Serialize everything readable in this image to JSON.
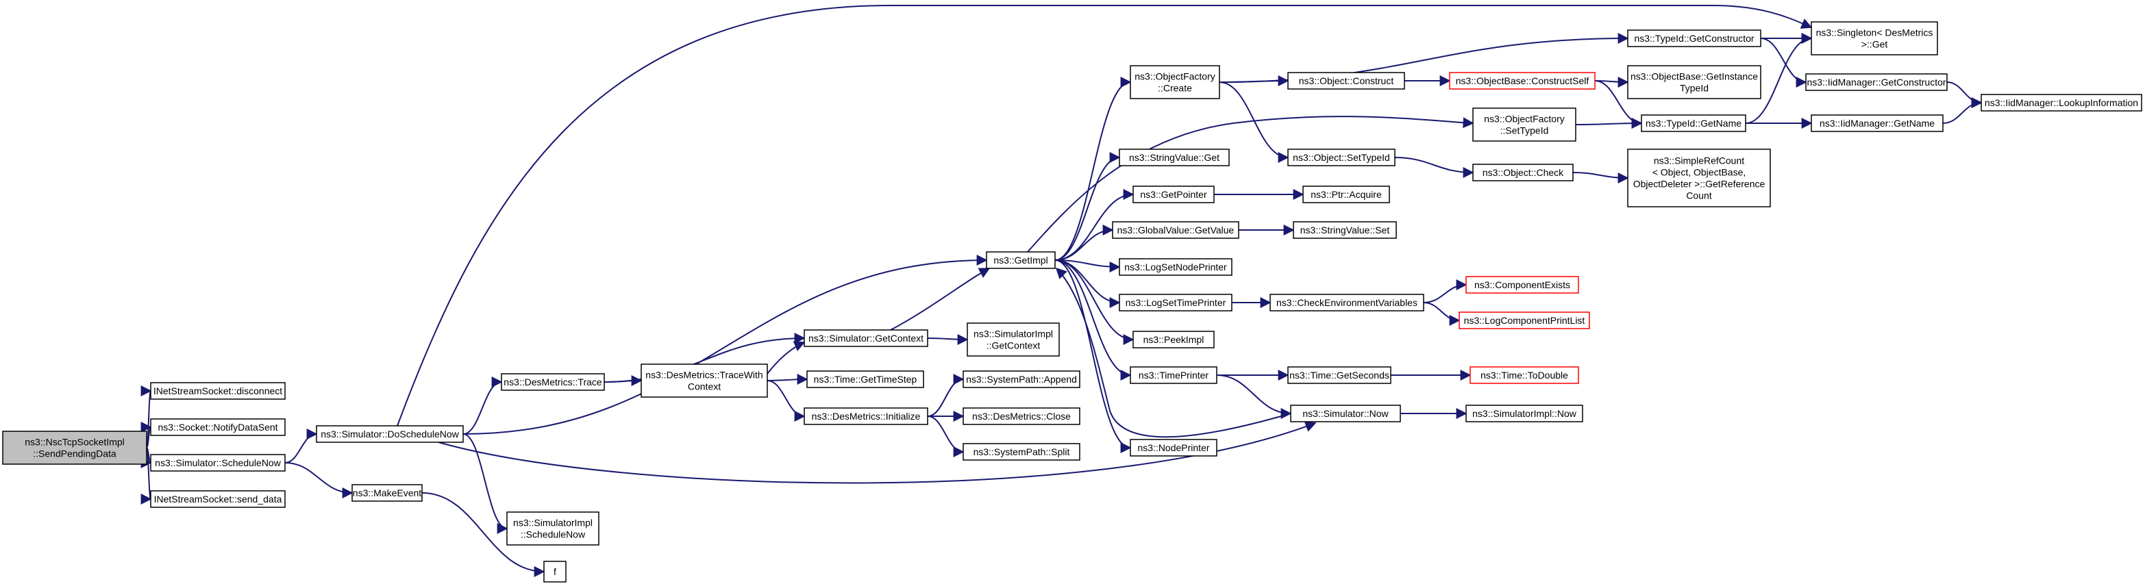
{
  "colors": {
    "edge": "#191970",
    "node_border": "#000000",
    "node_fill": "#ffffff",
    "root_fill": "#bfbfbf",
    "truncated_border": "#ff0000"
  },
  "nodes": [
    {
      "id": "root",
      "lines": [
        "ns3::NscTcpSocketImpl",
        "::SendPendingData"
      ],
      "style": "root"
    },
    {
      "id": "inet_disconnect",
      "lines": [
        "INetStreamSocket::disconnect"
      ],
      "style": "normal"
    },
    {
      "id": "socket_notify",
      "lines": [
        "ns3::Socket::NotifyDataSent"
      ],
      "style": "normal"
    },
    {
      "id": "sim_schedulenow",
      "lines": [
        "ns3::Simulator::ScheduleNow"
      ],
      "style": "normal"
    },
    {
      "id": "inet_send",
      "lines": [
        "INetStreamSocket::send_data"
      ],
      "style": "normal"
    },
    {
      "id": "sim_doschedule",
      "lines": [
        "ns3::Simulator::DoScheduleNow"
      ],
      "style": "normal"
    },
    {
      "id": "makeevent",
      "lines": [
        "ns3::MakeEvent"
      ],
      "style": "normal"
    },
    {
      "id": "f",
      "lines": [
        "f"
      ],
      "style": "normal"
    },
    {
      "id": "desmetrics_trace",
      "lines": [
        "ns3::DesMetrics::Trace"
      ],
      "style": "normal"
    },
    {
      "id": "simimpl_schedulenow",
      "lines": [
        "ns3::SimulatorImpl",
        "::ScheduleNow"
      ],
      "style": "normal"
    },
    {
      "id": "desmetrics_tracewith",
      "lines": [
        "ns3::DesMetrics::TraceWith",
        "Context"
      ],
      "style": "normal"
    },
    {
      "id": "sim_getcontext",
      "lines": [
        "ns3::Simulator::GetContext"
      ],
      "style": "normal"
    },
    {
      "id": "time_gettimestep",
      "lines": [
        "ns3::Time::GetTimeStep"
      ],
      "style": "normal"
    },
    {
      "id": "desmetrics_init",
      "lines": [
        "ns3::DesMetrics::Initialize"
      ],
      "style": "normal"
    },
    {
      "id": "simimpl_getcontext",
      "lines": [
        "ns3::SimulatorImpl",
        "::GetContext"
      ],
      "style": "normal"
    },
    {
      "id": "syspath_append",
      "lines": [
        "ns3::SystemPath::Append"
      ],
      "style": "normal"
    },
    {
      "id": "desmetrics_close",
      "lines": [
        "ns3::DesMetrics::Close"
      ],
      "style": "normal"
    },
    {
      "id": "syspath_split",
      "lines": [
        "ns3::SystemPath::Split"
      ],
      "style": "normal"
    },
    {
      "id": "getimpl",
      "lines": [
        "ns3::GetImpl"
      ],
      "style": "normal"
    },
    {
      "id": "objfactory_create",
      "lines": [
        "ns3::ObjectFactory",
        "::Create"
      ],
      "style": "normal"
    },
    {
      "id": "stringvalue_get",
      "lines": [
        "ns3::StringValue::Get"
      ],
      "style": "normal"
    },
    {
      "id": "getpointer",
      "lines": [
        "ns3::GetPointer"
      ],
      "style": "normal"
    },
    {
      "id": "globalvalue_getvalue",
      "lines": [
        "ns3::GlobalValue::GetValue"
      ],
      "style": "normal"
    },
    {
      "id": "logsetnodeprinter",
      "lines": [
        "ns3::LogSetNodePrinter"
      ],
      "style": "normal"
    },
    {
      "id": "logsettimeprinter",
      "lines": [
        "ns3::LogSetTimePrinter"
      ],
      "style": "normal"
    },
    {
      "id": "peekimpl",
      "lines": [
        "ns3::PeekImpl"
      ],
      "style": "normal"
    },
    {
      "id": "timeprinter",
      "lines": [
        "ns3::TimePrinter"
      ],
      "style": "normal"
    },
    {
      "id": "nodeprinter",
      "lines": [
        "ns3::NodePrinter"
      ],
      "style": "normal"
    },
    {
      "id": "object_construct",
      "lines": [
        "ns3::Object::Construct"
      ],
      "style": "normal"
    },
    {
      "id": "object_settypeid",
      "lines": [
        "ns3::Object::SetTypeId"
      ],
      "style": "normal"
    },
    {
      "id": "ptr_acquire",
      "lines": [
        "ns3::Ptr::Acquire"
      ],
      "style": "normal"
    },
    {
      "id": "stringvalue_set",
      "lines": [
        "ns3::StringValue::Set"
      ],
      "style": "normal"
    },
    {
      "id": "checkenv",
      "lines": [
        "ns3::CheckEnvironmentVariables"
      ],
      "style": "normal"
    },
    {
      "id": "time_getseconds",
      "lines": [
        "ns3::Time::GetSeconds"
      ],
      "style": "normal"
    },
    {
      "id": "sim_now",
      "lines": [
        "ns3::Simulator::Now"
      ],
      "style": "normal"
    },
    {
      "id": "objbase_constructself",
      "lines": [
        "ns3::ObjectBase::ConstructSelf"
      ],
      "style": "truncated"
    },
    {
      "id": "typeid_getconstructor",
      "lines": [
        "ns3::TypeId::GetConstructor"
      ],
      "style": "normal"
    },
    {
      "id": "objfactory_settypeid",
      "lines": [
        "ns3::ObjectFactory",
        "::SetTypeId"
      ],
      "style": "normal"
    },
    {
      "id": "object_check",
      "lines": [
        "ns3::Object::Check"
      ],
      "style": "normal"
    },
    {
      "id": "componentexists",
      "lines": [
        "ns3::ComponentExists"
      ],
      "style": "truncated"
    },
    {
      "id": "logcomponentprintlist",
      "lines": [
        "ns3::LogComponentPrintList"
      ],
      "style": "truncated"
    },
    {
      "id": "time_todouble",
      "lines": [
        "ns3::Time::ToDouble"
      ],
      "style": "truncated"
    },
    {
      "id": "simimpl_now",
      "lines": [
        "ns3::SimulatorImpl::Now"
      ],
      "style": "normal"
    },
    {
      "id": "objbase_getinstancetypeid",
      "lines": [
        "ns3::ObjectBase::GetInstance",
        "TypeId"
      ],
      "style": "normal"
    },
    {
      "id": "typeid_getname",
      "lines": [
        "ns3::TypeId::GetName"
      ],
      "style": "normal"
    },
    {
      "id": "simplerefcount",
      "lines": [
        "ns3::SimpleRefCount",
        "< Object, ObjectBase,",
        "ObjectDeleter >::GetReference",
        "Count"
      ],
      "style": "normal"
    },
    {
      "id": "singleton_get",
      "lines": [
        "ns3::Singleton< DesMetrics",
        " >::Get"
      ],
      "style": "normal"
    },
    {
      "id": "iidmanager_getconstructor",
      "lines": [
        "ns3::IidManager::GetConstructor"
      ],
      "style": "normal"
    },
    {
      "id": "iidmanager_getname",
      "lines": [
        "ns3::IidManager::GetName"
      ],
      "style": "normal"
    },
    {
      "id": "iidmanager_lookup",
      "lines": [
        "ns3::IidManager::LookupInformation"
      ],
      "style": "normal"
    }
  ],
  "edges": [
    [
      "root",
      "inet_disconnect"
    ],
    [
      "root",
      "socket_notify"
    ],
    [
      "root",
      "sim_schedulenow"
    ],
    [
      "root",
      "inet_send"
    ],
    [
      "sim_schedulenow",
      "sim_doschedule"
    ],
    [
      "sim_schedulenow",
      "makeevent"
    ],
    [
      "makeevent",
      "f"
    ],
    [
      "sim_doschedule",
      "singleton_get"
    ],
    [
      "sim_doschedule",
      "getimpl"
    ],
    [
      "sim_doschedule",
      "desmetrics_trace"
    ],
    [
      "sim_doschedule",
      "sim_now"
    ],
    [
      "sim_doschedule",
      "simimpl_schedulenow"
    ],
    [
      "desmetrics_trace",
      "sim_getcontext"
    ],
    [
      "desmetrics_trace",
      "desmetrics_tracewith"
    ],
    [
      "desmetrics_tracewith",
      "time_gettimestep"
    ],
    [
      "desmetrics_tracewith",
      "desmetrics_init"
    ],
    [
      "desmetrics_tracewith",
      "sim_getcontext"
    ],
    [
      "sim_getcontext",
      "getimpl"
    ],
    [
      "sim_getcontext",
      "simimpl_getcontext"
    ],
    [
      "desmetrics_init",
      "syspath_append"
    ],
    [
      "desmetrics_init",
      "desmetrics_close"
    ],
    [
      "desmetrics_init",
      "syspath_split"
    ],
    [
      "getimpl",
      "objfactory_create"
    ],
    [
      "getimpl",
      "objfactory_settypeid"
    ],
    [
      "getimpl",
      "stringvalue_get"
    ],
    [
      "getimpl",
      "getpointer"
    ],
    [
      "getimpl",
      "globalvalue_getvalue"
    ],
    [
      "getimpl",
      "logsetnodeprinter"
    ],
    [
      "getimpl",
      "logsettimeprinter"
    ],
    [
      "getimpl",
      "peekimpl"
    ],
    [
      "getimpl",
      "timeprinter"
    ],
    [
      "getimpl",
      "nodeprinter"
    ],
    [
      "objfactory_create",
      "typeid_getconstructor"
    ],
    [
      "objfactory_create",
      "object_construct"
    ],
    [
      "objfactory_create",
      "object_settypeid"
    ],
    [
      "object_construct",
      "objbase_constructself"
    ],
    [
      "objbase_constructself",
      "objbase_getinstancetypeid"
    ],
    [
      "objbase_constructself",
      "typeid_getname"
    ],
    [
      "typeid_getconstructor",
      "singleton_get"
    ],
    [
      "typeid_getconstructor",
      "iidmanager_getconstructor"
    ],
    [
      "objfactory_settypeid",
      "typeid_getname"
    ],
    [
      "typeid_getname",
      "singleton_get"
    ],
    [
      "typeid_getname",
      "iidmanager_getname"
    ],
    [
      "iidmanager_getconstructor",
      "iidmanager_lookup"
    ],
    [
      "iidmanager_getname",
      "iidmanager_lookup"
    ],
    [
      "object_settypeid",
      "object_check"
    ],
    [
      "object_check",
      "simplerefcount"
    ],
    [
      "getpointer",
      "ptr_acquire"
    ],
    [
      "globalvalue_getvalue",
      "stringvalue_set"
    ],
    [
      "logsettimeprinter",
      "checkenv"
    ],
    [
      "checkenv",
      "componentexists"
    ],
    [
      "checkenv",
      "logcomponentprintlist"
    ],
    [
      "timeprinter",
      "time_getseconds"
    ],
    [
      "timeprinter",
      "sim_now"
    ],
    [
      "time_getseconds",
      "time_todouble"
    ],
    [
      "sim_now",
      "getimpl"
    ],
    [
      "sim_now",
      "simimpl_now"
    ]
  ]
}
